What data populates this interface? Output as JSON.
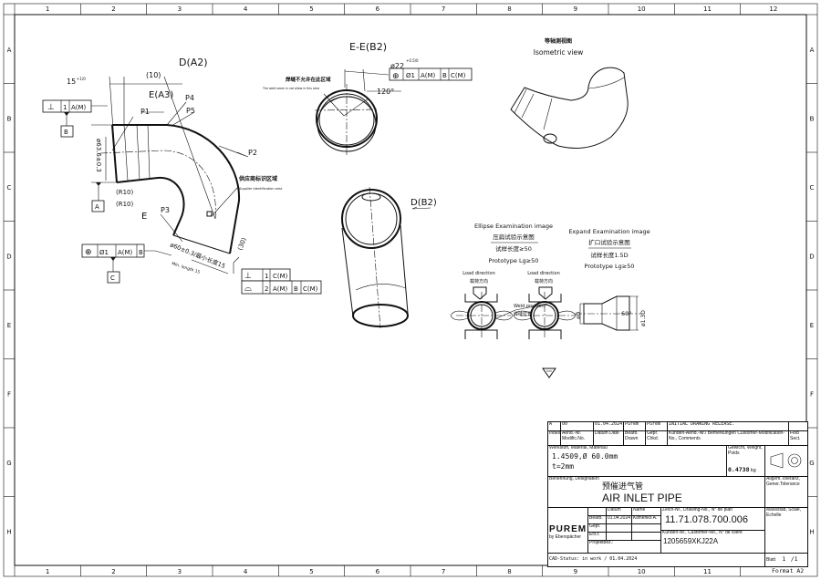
{
  "frame": {
    "columns": [
      "1",
      "2",
      "3",
      "4",
      "5",
      "6",
      "7",
      "8",
      "9",
      "10",
      "11",
      "12"
    ],
    "rows": [
      "A",
      "B",
      "C",
      "D",
      "E",
      "F",
      "G",
      "H"
    ]
  },
  "main_view": {
    "title": "D(A2)",
    "dim_15": "15",
    "dim_15_tol": "+1/0",
    "dim_10": "(10)",
    "section_e_a3": "E(A3)",
    "p1": "P1",
    "p2": "P2",
    "p3": "P3",
    "p4": "P4",
    "p5": "P5",
    "section_e": "E",
    "r10_a": "(R10)",
    "r10_b": "(R10)",
    "dia_63": "ø63.6±0.3",
    "dia_60": "ø60±0.3/最小长度15",
    "min_length": "Min. length 15",
    "dim_30": "(30)",
    "supplier_cn": "供应商标识区域",
    "supplier_en": "Supplier identification area",
    "fcf_perp": {
      "symbol": "⊥",
      "tol": "1",
      "datum": "A(M)"
    },
    "fcf_pos": {
      "symbol": "⊕",
      "tol": "Ø1",
      "datum1": "A(M)",
      "datum2": "B"
    },
    "fcf_bottom": {
      "row1": {
        "symbol": "⊥",
        "tol": "1",
        "datum": "C(M)"
      },
      "row2": {
        "symbol": "⌓",
        "tol": "2",
        "datum1": "A(M)",
        "datum2": "B",
        "datum3": "C(M)"
      }
    },
    "datum_a": "A",
    "datum_b": "B",
    "datum_c": "C"
  },
  "section_view": {
    "title": "E-E(B2)",
    "dia_22": "ø22",
    "dia_22_tol": "+0.5/0",
    "angle": "120°",
    "weld_cn": "焊缝不允许在此区域",
    "weld_en": "The weld seam is not allow in this area",
    "fcf": {
      "symbol": "⊕",
      "tol": "Ø1",
      "datum1": "A(M)",
      "datum2": "B",
      "datum3": "C(M)"
    }
  },
  "iso_view": {
    "title_cn": "等轴测视图",
    "title_en": "Isometric view"
  },
  "d_view": {
    "title": "D(B2)"
  },
  "ellipse_exam": {
    "title_en": "Ellipse Examination image",
    "title_cn": "压扁试验示意图",
    "length": "试样长度≥50",
    "prototype": "Prototype Lg≥50",
    "load_en": "Load direction",
    "load_cn": "载荷方向",
    "load_en2": "Load direction",
    "load_cn2": "载荷方向",
    "weld_en": "Weld position",
    "weld_cn": "焊缝位置"
  },
  "expand_exam": {
    "title_en": "Expand Examination image",
    "title_cn": "扩口试验示意图",
    "length": "试样长度1.5D",
    "prototype": "Prototype Lg≥50",
    "dia_d": "øD",
    "angle": "60°",
    "dia_13d": "ø1.3D"
  },
  "title_block": {
    "rev_index": "A",
    "rev_no": "00",
    "rev_date": "01.04.2024",
    "rev_drawn": "Purem",
    "rev_checked": "Purem",
    "rev_comment": "INITIAL DRAWING RELEASE.",
    "hdr_index": "Index",
    "hdr_aend": "Aend.-Nr. Modific.No.",
    "hdr_datum": "Datum Date",
    "hdr_bearb": "Bearb. Drawn",
    "hdr_gepr": "Gepr. Chkd.",
    "hdr_comment": "Kunden-Aend.-Nr./ Bemerkungen Customer-Modification-No., Comments",
    "hdr_feld": "Feld Sect.",
    "material_label": "Werkstoff, Material, Materiau",
    "material_1": "1.4509,Ø 60.0mm",
    "material_2": "t=2mm",
    "weight_label": "Gewicht, Weight, Poids",
    "weight": "0.4738",
    "weight_unit": "kg",
    "designation_label": "Benennung, Designation",
    "designation_cn": "预催进气管",
    "designation_en": "AIR INLET PIPE",
    "tolerance_label": "Allgem.Toleranz, Gener.Tolerance",
    "logo": "PUREM",
    "logo_sub": "by Eberspächer",
    "lbl_datum": "Datum",
    "lbl_name": "Name",
    "lbl_bearb": "Bearb.",
    "bearb_date": "01.04.2024",
    "bearb_name": "Klimenko A.",
    "lbl_gepr": "Gepr.",
    "lbl_ers": "Ers.f.",
    "lbl_proj": "Projektbez.:",
    "drawing_no_label": "Zeich-Nr., Drawing-No., N° de plan",
    "drawing_no": "11.71.078.700.006",
    "customer_no_label": "Kunden-Nr., Customer-No., N° de client",
    "customer_no": "1205659XKJ22A",
    "scale_label": "Massstab, Scale, Echelle",
    "cad_status": "CAD-Status: in work / 01.04.2024",
    "sheet_label": "Blatt",
    "sheet": "1",
    "sheet_total": "/1",
    "format": "Format A2"
  }
}
